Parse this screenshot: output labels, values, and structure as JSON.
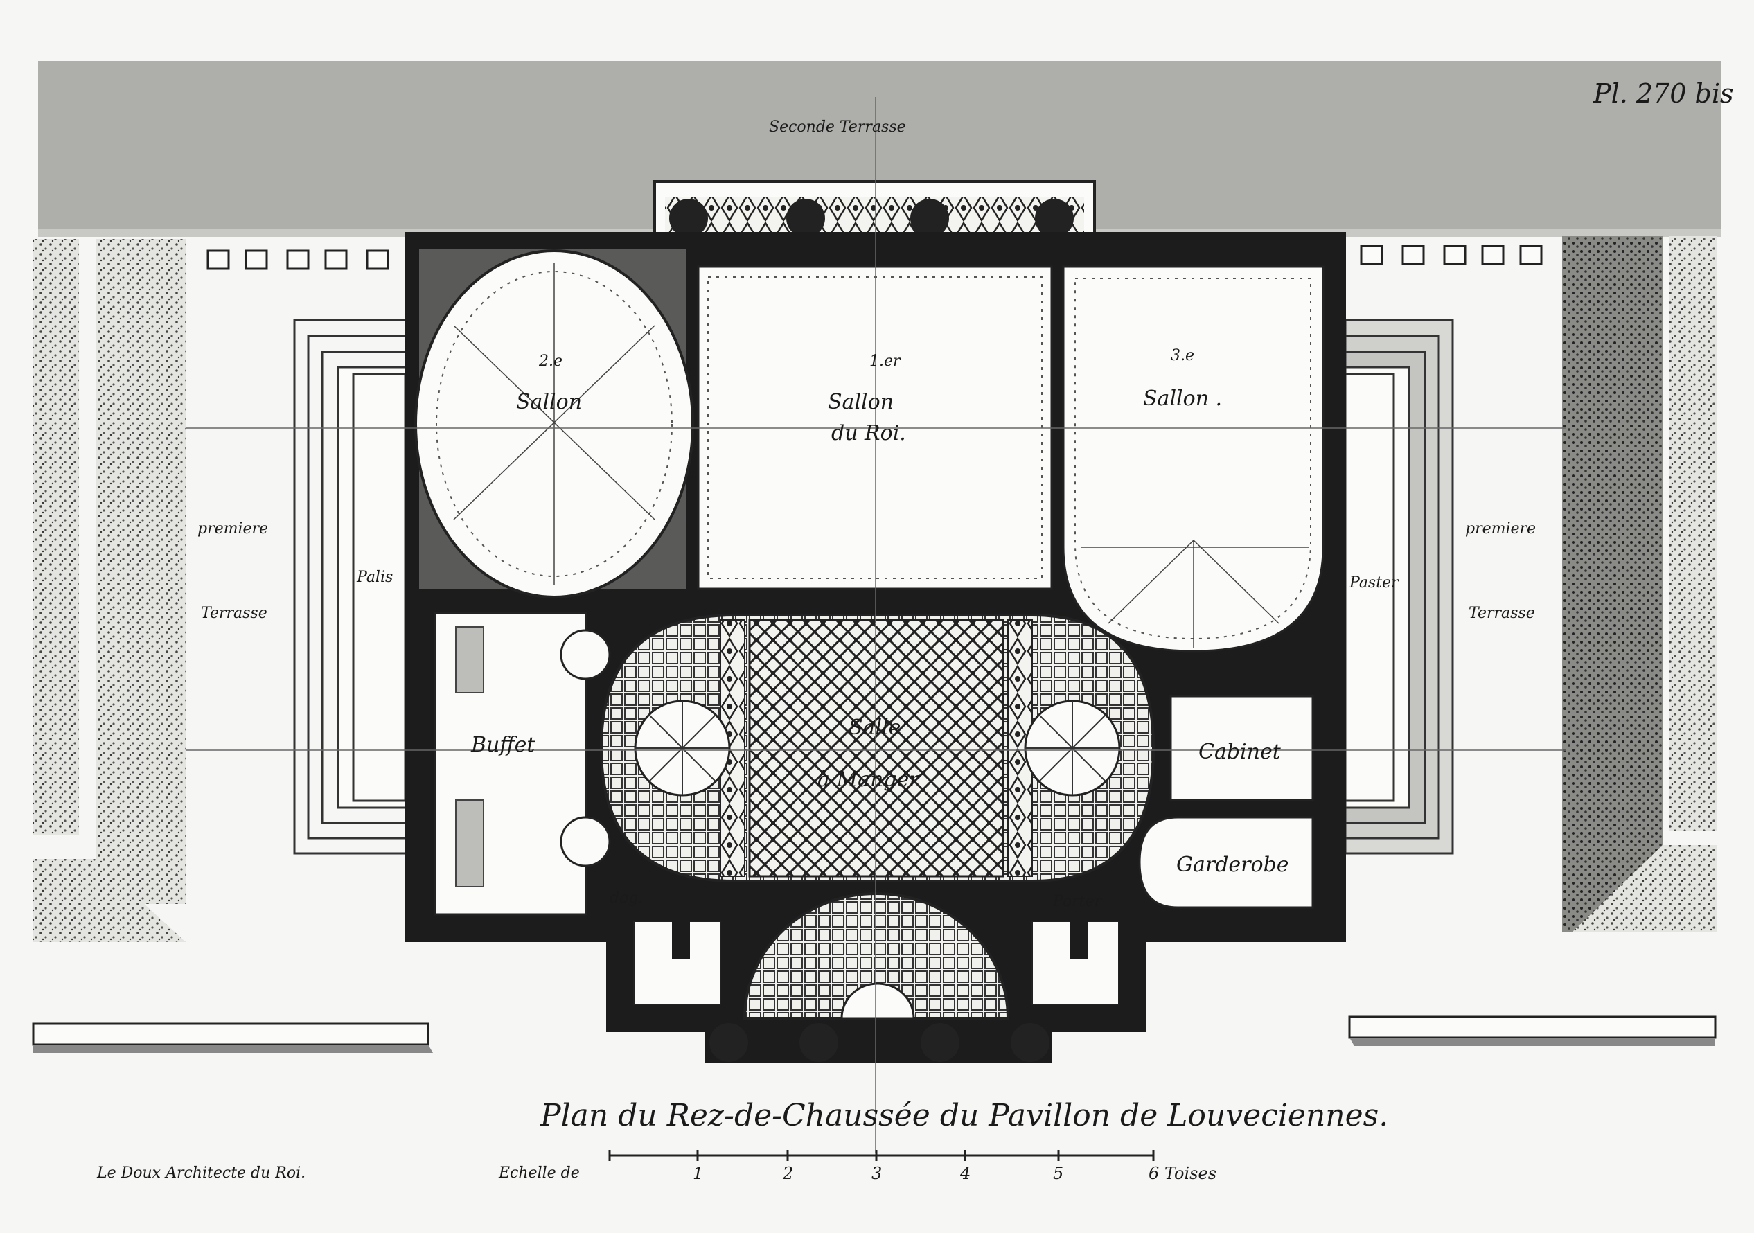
{
  "plate_number": "Pl. 270 bis",
  "title": "Plan du Rez-de-Chaussée du Pavillon de Louveciennes.",
  "architect_credit": "Le Doux Architecte du Roi.",
  "rooms": {
    "salon_1_num": "1.er",
    "salon_1_a": "Sallon",
    "salon_1_b": "du Roi.",
    "salon_2_num": "2.e",
    "salon_2": "Sallon",
    "salon_3_num": "3.e",
    "salon_3": "Sallon .",
    "salle": "Salle",
    "salle_b": "à Manger",
    "buffet": "Buffet",
    "cabinet": "Cabinet",
    "garderobe": "Garderobe",
    "dog_small": "dog.",
    "porter": "Porter"
  },
  "terraces": {
    "second": "Seconde Terrasse",
    "first_left_a": "premiere",
    "first_left_b": "Terrasse",
    "first_right_a": "premiere",
    "first_right_b": "Terrasse",
    "side_left": "Palis",
    "side_right": "Paster"
  },
  "scale": {
    "label": "Echelle de",
    "ticks": [
      "1",
      "2",
      "3",
      "4",
      "5",
      "6 Toises"
    ]
  }
}
